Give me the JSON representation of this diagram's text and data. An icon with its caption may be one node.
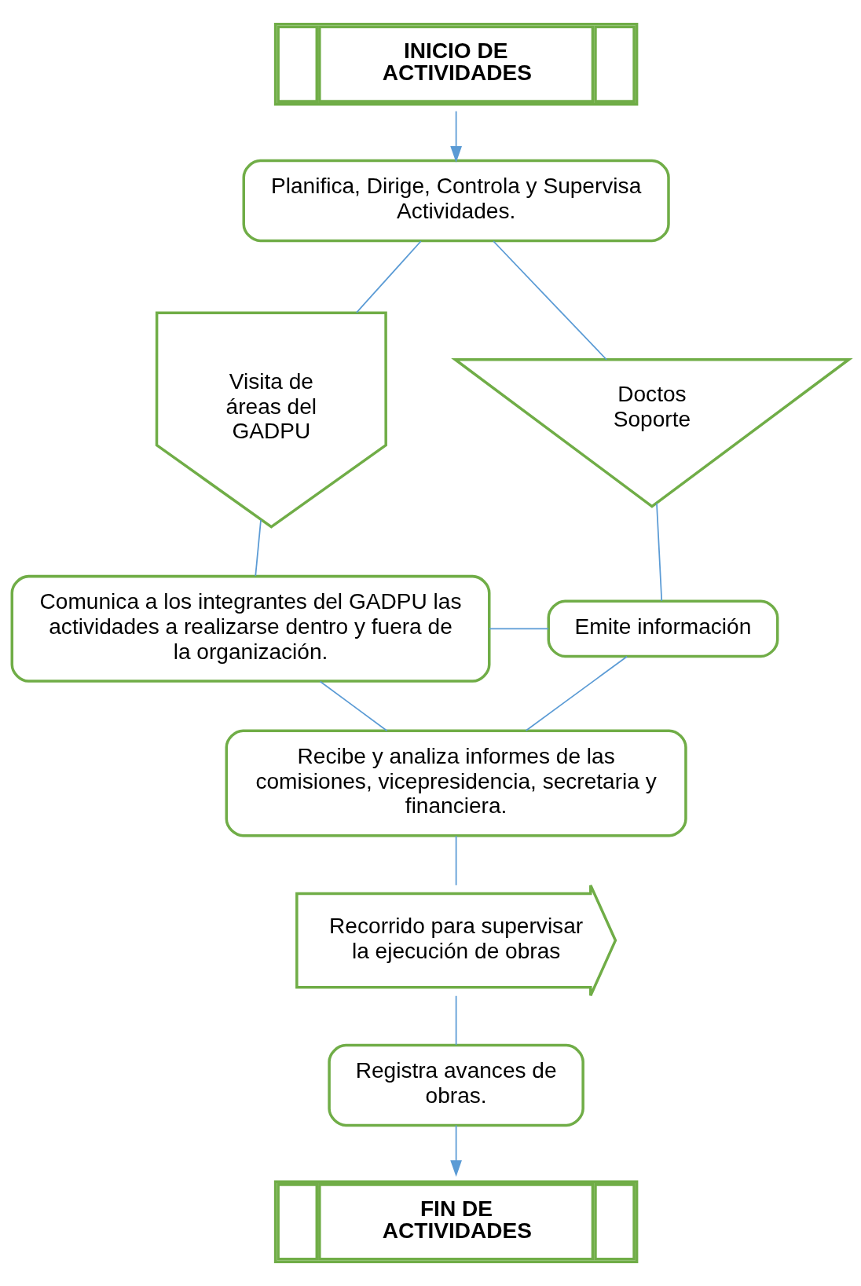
{
  "diagram": {
    "nodes": [
      {
        "text": [
          "INICIO DE ACTIVIDADES"
        ]
      },
      {
        "text": [
          "Planifica, Dirige, Controla y Supervisa Actividades."
        ]
      },
      {
        "text": [
          "Visita de áreas del GADPU"
        ]
      },
      {
        "text": [
          "Doctos Soporte"
        ]
      },
      {
        "text": [
          "Comunica a los integrantes del GADPU las actividades a realizarse dentro y fuera de la organización."
        ]
      },
      {
        "text": [
          "Emite información"
        ]
      },
      {
        "text": [
          "Recibe y analiza informes de las comisiones, vicepresidencia, secretaria y financiera."
        ]
      },
      {
        "text": [
          "Recorrido para supervisar la ejecución de obras"
        ]
      },
      {
        "text": [
          "Registra avances de obras."
        ]
      },
      {
        "text": [
          "FIN DE ACTIVIDADES"
        ]
      }
    ],
    "edges": [
      {
        "from": 0,
        "to": 1,
        "arrow": "to"
      },
      {
        "from": 1,
        "to": 2,
        "arrow": "none"
      },
      {
        "from": 1,
        "to": 3,
        "arrow": "none"
      },
      {
        "from": 2,
        "to": 4,
        "arrow": "none"
      },
      {
        "from": 3,
        "to": 5,
        "arrow": "none"
      },
      {
        "from": 4,
        "to": 5,
        "arrow": "none"
      },
      {
        "from": 5,
        "to": 6,
        "arrow": "none"
      },
      {
        "from": 4,
        "to": 6,
        "arrow": "none"
      },
      {
        "from": 6,
        "to": 7,
        "arrow": "none"
      },
      {
        "from": 7,
        "to": 8,
        "arrow": "none"
      },
      {
        "from": 8,
        "to": 9,
        "arrow": "to"
      }
    ]
  }
}
